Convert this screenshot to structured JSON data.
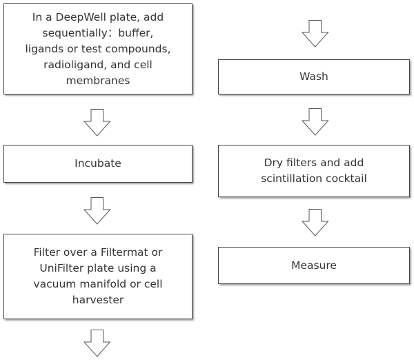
{
  "steps": {
    "s1": "In a DeepWell plate, add\nsequentially：buffer,\nligands or test compounds,\nradioligand, and cell\nmembranes",
    "s2": "Incubate",
    "s3": "Filter over a Filtermat or\nUniFilter plate using a\nvacuum manifold or cell\nharvester",
    "s4": "Wash",
    "s5": "Dry filters and add\nscintillation cocktail",
    "s6": "Measure"
  },
  "colors": {
    "border": "#444444",
    "text": "#333333"
  }
}
